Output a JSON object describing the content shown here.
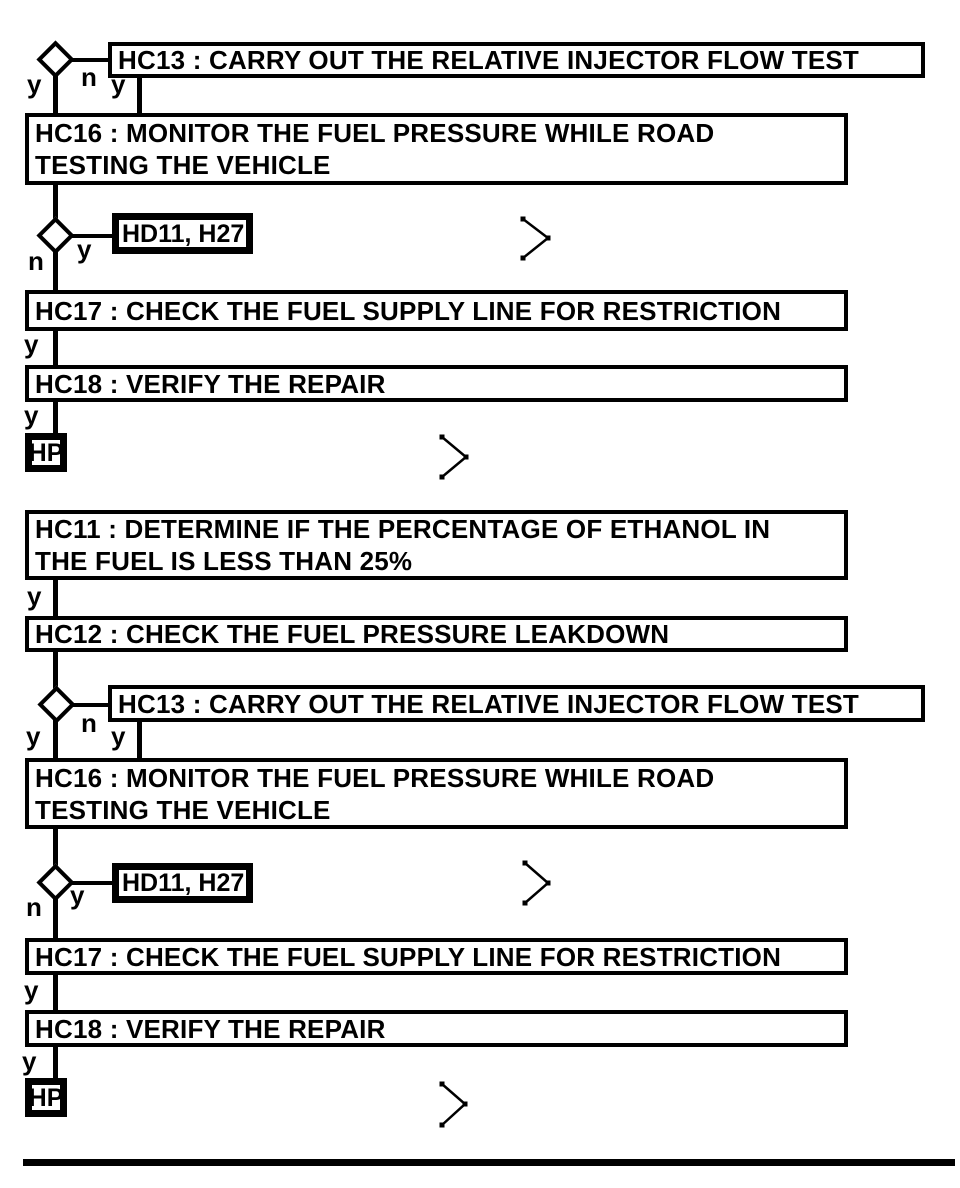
{
  "flow": {
    "label_yes": "y",
    "label_no": "n",
    "sections": [
      {
        "hc13": "HC13 : CARRY OUT THE RELATIVE INJECTOR FLOW TEST",
        "hc16": [
          "HC16 : MONITOR THE FUEL PRESSURE WHILE ROAD",
          "TESTING THE VEHICLE"
        ],
        "hd11": "HD11, H27",
        "hc17": "HC17 : CHECK THE FUEL SUPPLY LINE FOR RESTRICTION",
        "hc18": "HC18 : VERIFY THE REPAIR",
        "hp": "HP"
      },
      {
        "hc11": [
          "HC11 : DETERMINE IF THE PERCENTAGE OF ETHANOL IN",
          "THE FUEL IS LESS THAN 25%"
        ],
        "hc12": "HC12 : CHECK THE FUEL PRESSURE LEAKDOWN",
        "hc13": "HC13 : CARRY OUT THE RELATIVE INJECTOR FLOW TEST",
        "hc16": [
          "HC16 : MONITOR THE FUEL PRESSURE WHILE ROAD",
          "TESTING THE VEHICLE"
        ],
        "hd11": "HD11, H27",
        "hc17": "HC17 : CHECK THE FUEL SUPPLY LINE FOR RESTRICTION",
        "hc18": "HC18 : VERIFY THE REPAIR",
        "hp": "HP"
      }
    ],
    "colors": {
      "ink": "#000000",
      "background": "#ffffff"
    }
  }
}
